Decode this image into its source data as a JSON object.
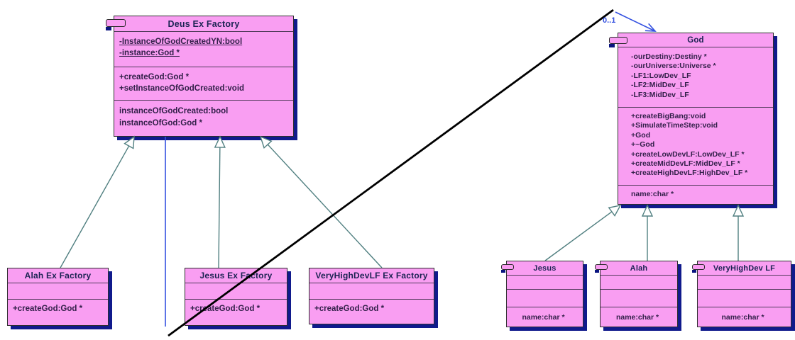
{
  "diagram_type": "uml-class-diagram",
  "colors": {
    "class_fill": "#f99ef2",
    "class_border": "#2e2e2e",
    "shadow": "#101a8c",
    "title_text": "#1b2353",
    "member_text": "#33204a",
    "generalization_line": "#507f80",
    "association_line": "#3350e0",
    "crossing_line": "#000000"
  },
  "static_members": [
    "-InstanceOfGodCreatedYN:bool",
    "-instance:God *"
  ],
  "association": {
    "multiplicity": "0..1"
  },
  "classes": {
    "deus": {
      "title": "Deus Ex Factory",
      "attributes": [
        "-InstanceOfGodCreatedYN:bool",
        "-instance:God *"
      ],
      "methods": [
        "+createGod:God *",
        "+setInstanceOfGodCreated:void"
      ],
      "properties": [
        "instanceOfGodCreated:bool",
        "instanceOfGod:God *"
      ]
    },
    "god": {
      "title": "God",
      "attributes": [
        "-ourDestiny:Destiny *",
        "-ourUniverse:Universe *",
        "-LF1:LowDev_LF",
        "-LF2:MidDev_LF",
        "-LF3:MidDev_LF"
      ],
      "methods": [
        "+createBigBang:void",
        "+SimulateTimeStep:void",
        "+God",
        "+~God",
        "+createLowDevLF:LowDev_LF *",
        "+createMidDevLF:MidDev_LF *",
        "+createHighDevLF:HighDev_LF *"
      ],
      "properties": [
        "name:char *"
      ]
    },
    "alah_factory": {
      "title": "Alah Ex Factory",
      "methods": [
        "+createGod:God *"
      ]
    },
    "jesus_factory": {
      "title": "Jesus Ex Factory",
      "methods": [
        "+createGod:God *"
      ]
    },
    "vhd_factory": {
      "title": "VeryHighDevLF Ex Factory",
      "methods": [
        "+createGod:God *"
      ]
    },
    "jesus": {
      "title": "Jesus",
      "properties": [
        "name:char *"
      ]
    },
    "alah": {
      "title": "Alah",
      "properties": [
        "name:char *"
      ]
    },
    "vhd": {
      "title": "VeryHighDev LF",
      "properties": [
        "name:char *"
      ]
    }
  }
}
